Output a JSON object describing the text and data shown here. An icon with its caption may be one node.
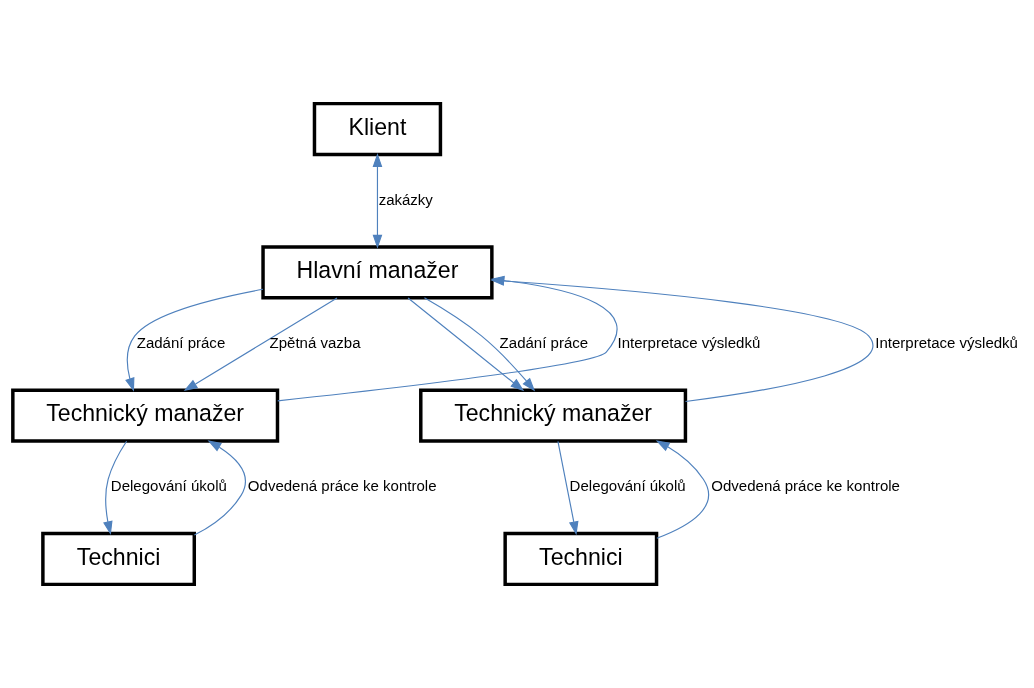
{
  "diagram": {
    "nodes": [
      {
        "text": [
          "Klient"
        ]
      },
      {
        "text": [
          "Hlavní manažer"
        ]
      },
      {
        "text": [
          "Technický manažer"
        ]
      },
      {
        "text": [
          "Technický manažer"
        ]
      },
      {
        "text": [
          "Technici"
        ]
      },
      {
        "text": [
          "Technici"
        ]
      }
    ],
    "edges": [
      {
        "from": 0,
        "to": 1,
        "arrow": "both",
        "label": "zakázky",
        "color": "#4f81bd"
      },
      {
        "from": 1,
        "to": 2,
        "arrow": "to",
        "label": "Zadání práce",
        "color": "#4f81bd"
      },
      {
        "from": 2,
        "to": 1,
        "arrow": "to",
        "label": "Interpretace výsledků",
        "color": "#4f81bd"
      },
      {
        "from": 1,
        "to": 2,
        "arrow": "to",
        "label": "Zpětná vazba",
        "color": "#4f81bd"
      },
      {
        "from": 1,
        "to": 3,
        "arrow": "to",
        "color": "#4f81bd"
      },
      {
        "from": 3,
        "to": 1,
        "arrow": "to",
        "label": "Interpretace výsledků",
        "color": "#4f81bd"
      },
      {
        "from": 1,
        "to": 3,
        "arrow": "to",
        "label": "Zadání práce",
        "color": "#4f81bd"
      },
      {
        "from": 2,
        "to": 4,
        "arrow": "to",
        "label": "Delegování úkolů",
        "color": "#4f81bd"
      },
      {
        "from": 3,
        "to": 5,
        "arrow": "to",
        "label": "Delegování úkolů",
        "color": "#4f81bd"
      },
      {
        "from": 4,
        "to": 2,
        "arrow": "to",
        "label": "Odvedená práce ke kontrole",
        "color": "#4f81bd"
      },
      {
        "from": 5,
        "to": 3,
        "arrow": "to",
        "label": "Odvedená práce ke kontrole",
        "color": "#4f81bd"
      }
    ]
  }
}
